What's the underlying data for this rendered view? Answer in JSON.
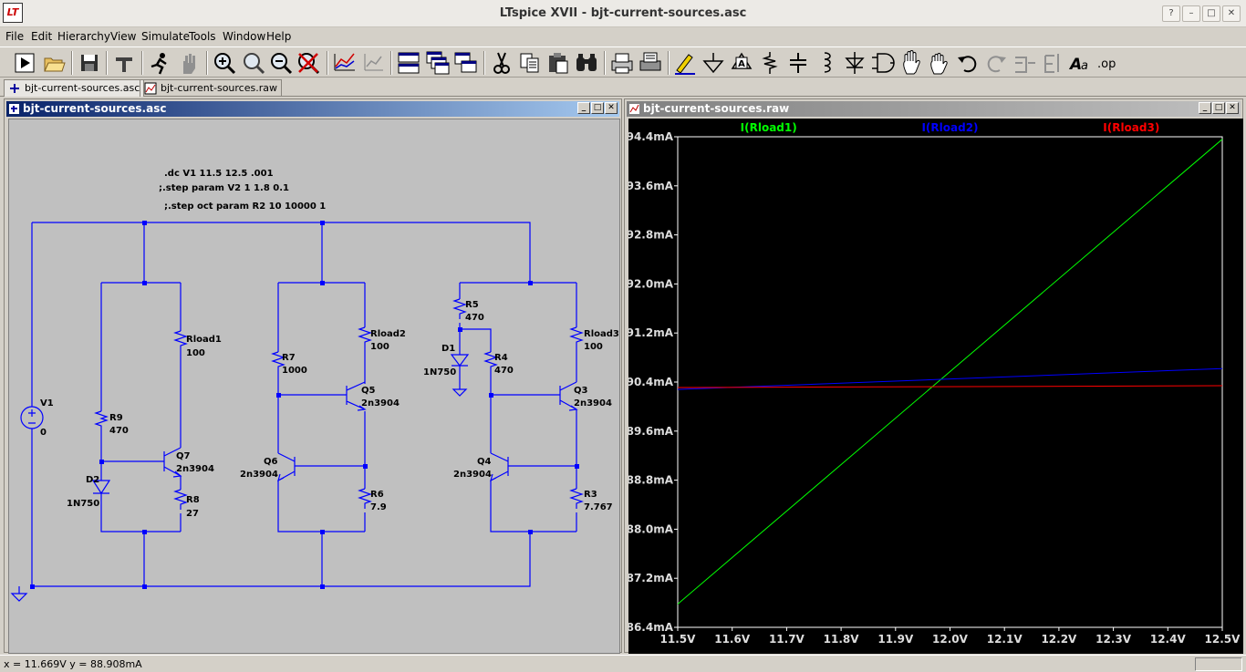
{
  "app": {
    "title": "LTspice XVII - bjt-current-sources.asc",
    "logo": "LT"
  },
  "menu": [
    "File",
    "Edit",
    "Hierarchy",
    "View",
    "Simulate",
    "Tools",
    "Window",
    "Help"
  ],
  "toolbar_icons": [
    "run-icon",
    "open-icon",
    "save-icon",
    "control-panel-icon",
    "run-sim-icon",
    "halt-icon",
    "zoom-in-icon",
    "zoom-extents-icon",
    "zoom-out-icon",
    "zoom-cancel-icon",
    "autorange-icon",
    "plot-settings-icon",
    "tile-horizontal-icon",
    "cascade-icon",
    "tile-vertical-icon",
    "cut-icon",
    "copy-icon",
    "paste-icon",
    "find-icon",
    "print-preview-icon",
    "print-icon",
    "draw-wire-icon",
    "ground-icon",
    "label-net-icon",
    "resistor-icon",
    "capacitor-icon",
    "inductor-icon",
    "diode-icon",
    "component-icon",
    "move-icon",
    "drag-icon",
    "undo-icon",
    "redo-icon",
    "rotate-icon",
    "mirror-icon",
    "text-icon",
    "spice-directive-icon"
  ],
  "tabs": [
    {
      "label": "bjt-current-sources.asc",
      "active": true
    },
    {
      "label": "bjt-current-sources.raw",
      "active": false
    }
  ],
  "schematic": {
    "window_title": "bjt-current-sources.asc",
    "directives": [
      ".dc V1 11.5 12.5 .001",
      ";.step param V2 1 1.8 0.1",
      ";.step oct param R2 10 10000 1"
    ],
    "labels": {
      "v1_name": "V1",
      "v1_val": "0",
      "r9_name": "R9",
      "r9_val": "470",
      "d2_name": "D2",
      "d2_val": "1N750",
      "q7_name": "Q7",
      "q7_val": "2n3904",
      "r8_name": "R8",
      "r8_val": "27",
      "rload1_name": "Rload1",
      "rload1_val": "100",
      "r7_name": "R7",
      "r7_val": "1000",
      "q6_name": "Q6",
      "q6_val": "2n3904",
      "q5_name": "Q5",
      "q5_val": "2n3904",
      "rload2_name": "Rload2",
      "rload2_val": "100",
      "r6_name": "R6",
      "r6_val": "7.9",
      "r5_name": "R5",
      "r5_val": "470",
      "d1_name": "D1",
      "d1_val": "1N750",
      "r4_name": "R4",
      "r4_val": "470",
      "q4_name": "Q4",
      "q4_val": "2n3904",
      "q3_name": "Q3",
      "q3_val": "2n3904",
      "rload3_name": "Rload3",
      "rload3_val": "100",
      "r3_name": "R3",
      "r3_val": "7.767"
    }
  },
  "waveform": {
    "window_title": "bjt-current-sources.raw"
  },
  "chart_data": {
    "type": "line",
    "xlabel": "",
    "ylabel": "",
    "xlim": [
      11.5,
      12.5
    ],
    "ylim": [
      86.4,
      94.4
    ],
    "x_ticks": [
      "11.5V",
      "11.6V",
      "11.7V",
      "11.8V",
      "11.9V",
      "12.0V",
      "12.1V",
      "12.2V",
      "12.3V",
      "12.4V",
      "12.5V"
    ],
    "y_ticks": [
      "94.4mA",
      "93.6mA",
      "92.8mA",
      "92.0mA",
      "91.2mA",
      "90.4mA",
      "89.6mA",
      "88.8mA",
      "88.0mA",
      "87.2mA",
      "86.4mA"
    ],
    "series": [
      {
        "name": "I(Rload1)",
        "color": "#00ff00",
        "x": [
          11.5,
          12.5
        ],
        "y": [
          86.78,
          94.36
        ]
      },
      {
        "name": "I(Rload2)",
        "color": "#0000ff",
        "x": [
          11.5,
          12.5
        ],
        "y": [
          90.28,
          90.62
        ]
      },
      {
        "name": "I(Rload3)",
        "color": "#ff0000",
        "x": [
          11.5,
          12.5
        ],
        "y": [
          90.31,
          90.34
        ]
      }
    ],
    "background": "#000000",
    "grid": false
  },
  "status": {
    "text": "x = 11.669V    y = 88.908mA"
  }
}
